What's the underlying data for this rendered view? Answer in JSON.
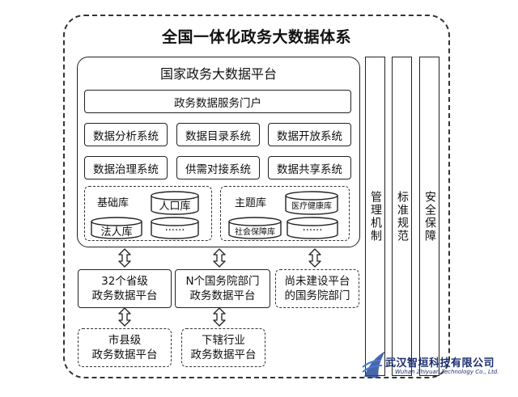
{
  "title": "全国一体化政务大数据体系",
  "platform": {
    "title": "国家政务大数据平台",
    "portal": "政务数据服务门户",
    "systems_row1": [
      "数据分析系统",
      "数据目录系统",
      "数据开放系统"
    ],
    "systems_row2": [
      "数据治理系统",
      "供需对接系统",
      "数据共享系统"
    ],
    "base_db": {
      "label": "基础库",
      "population": "人口库",
      "legal_entity": "法人库",
      "more": "......"
    },
    "topic_db": {
      "label": "主题库",
      "medical": "医疗健康库",
      "social": "社会保障库",
      "more": "......"
    }
  },
  "side_columns": [
    "管理机制",
    "标准规范",
    "安全保障"
  ],
  "lower": {
    "provincial": [
      "32个省级",
      "政务数据平台"
    ],
    "state_council": [
      "N个国务院部门",
      "政务数据平台"
    ],
    "unbuilt": [
      "尚未建设平台",
      "的国务院部门"
    ],
    "city_county": [
      "市县级",
      "政务数据平台"
    ],
    "industry": [
      "下辖行业",
      "政务数据平台"
    ]
  },
  "watermark": {
    "company_cn": "武汉智垣科技有限公司",
    "company_en": "Wuhan Zhiyuan Technology Co., Ltd."
  }
}
